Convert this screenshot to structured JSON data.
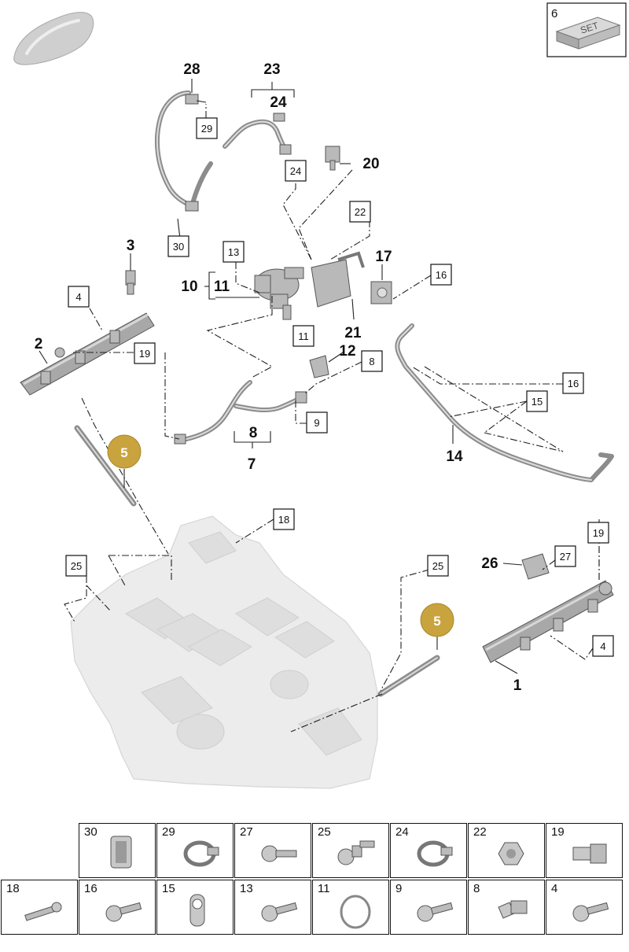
{
  "set_label": {
    "number": "6",
    "badge": "SET"
  },
  "callouts": {
    "boxed": [
      "29",
      "24",
      "30",
      "22",
      "13",
      "4",
      "16",
      "19",
      "11",
      "8",
      "9",
      "15",
      "16",
      "18",
      "25",
      "25",
      "27",
      "19",
      "4"
    ],
    "bold": [
      "28",
      "23",
      "24",
      "20",
      "3",
      "17",
      "10",
      "11",
      "2",
      "21",
      "12",
      "8",
      "7",
      "14",
      "26",
      "1"
    ],
    "gold": [
      "5",
      "5"
    ]
  },
  "parts_table": {
    "row1": [
      "30",
      "29",
      "27",
      "25",
      "24",
      "22",
      "19"
    ],
    "row2": [
      "18",
      "16",
      "15",
      "13",
      "11",
      "9",
      "8",
      "4"
    ]
  },
  "icons": [
    "car-silhouette-icon",
    "set-box-icon"
  ]
}
